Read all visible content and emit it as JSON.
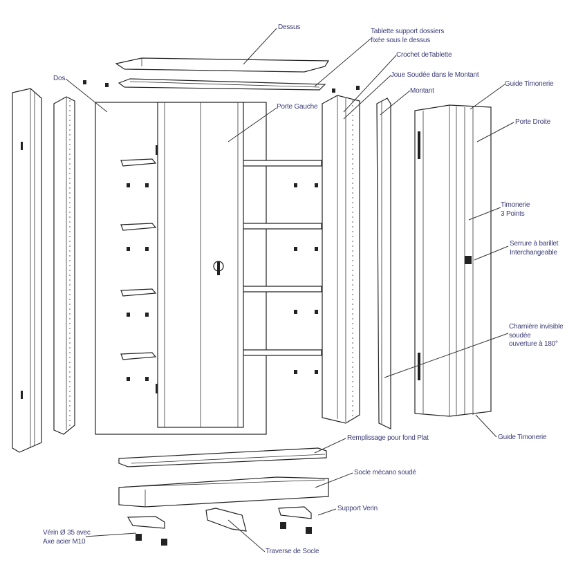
{
  "title": "Vue éclatée armoire à portes battantes",
  "labels": {
    "dessus": "Dessus",
    "tablette_1": "Tablette support dossiers",
    "tablette_2": "fixée sous le dessus",
    "crochet": "Crochet deTablette",
    "joue": "Joue Soudée dans le Montant",
    "montant": "Montant",
    "guide_top": "Guide Timonerie",
    "dos": "Dos",
    "porte_gauche": "Porte Gauche",
    "porte_droite": "Porte Droite",
    "timonerie_1": "Timonerie",
    "timonerie_2": "3 Points",
    "serrure_1": "Serrure à barillet",
    "serrure_2": "Interchangeable",
    "charniere_1": "Charnière invisible",
    "charniere_2": "soudée",
    "charniere_3": "ouverture à 180°",
    "guide_bottom": "Guide Timonerie",
    "remplissage": "Remplissage pour fond Plat",
    "socle": "Socle mécano soudé",
    "support_verin": "Support Verin",
    "verin_1": "Vérin Ø 35 avec",
    "verin_2": "Axe acier M10",
    "traverse": "Traverse de Socle"
  },
  "colors": {
    "label": "#3c3c78",
    "line": "#222222"
  }
}
